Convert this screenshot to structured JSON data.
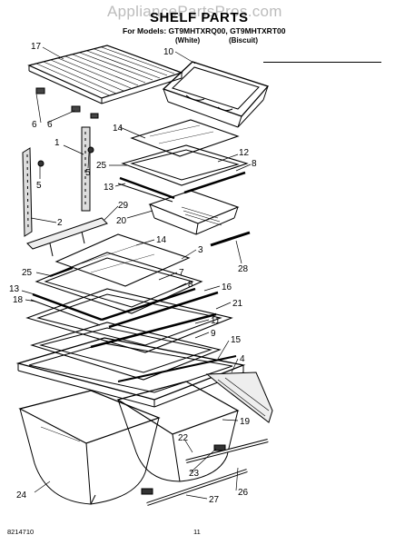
{
  "header": {
    "watermark": "AppliancePartsPros.com",
    "title": "SHELF PARTS",
    "models": "For Models: GT9MHTXRQ00, GT9MHTXRT00",
    "variant_white": "(White)",
    "variant_biscuit": "(Biscuit)"
  },
  "footer": {
    "part_code": "8214710",
    "page_number": "11"
  },
  "callouts": [
    "17",
    "10",
    "6",
    "6",
    "14",
    "1",
    "12",
    "25",
    "8",
    "5",
    "5",
    "13",
    "29",
    "20",
    "2",
    "14",
    "3",
    "28",
    "25",
    "7",
    "8",
    "16",
    "13",
    "18",
    "21",
    "11",
    "9",
    "15",
    "4",
    "19",
    "22",
    "23",
    "24",
    "26",
    "27"
  ]
}
